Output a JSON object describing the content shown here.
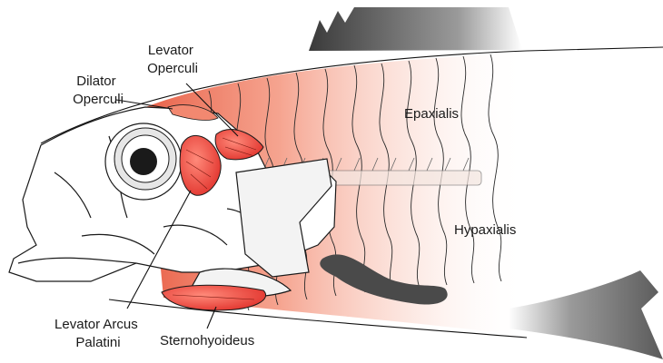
{
  "labels": {
    "levator_operculi": [
      "Levator",
      "Operculi"
    ],
    "dilator_operculi": [
      "Dilator",
      "Operculi"
    ],
    "epaxialis": "Epaxialis",
    "hypaxialis": "Hypaxialis",
    "levator_arcus_palatini": [
      "Levator Arcus",
      "Palatini"
    ],
    "sternohyoideus": "Sternohyoideus"
  },
  "colors": {
    "muscle_highlight": "#e8463a",
    "muscle_gradient_start": "#ee7a60",
    "fin_dark": "#555555",
    "outline": "#1a1a1a",
    "background": "#ffffff"
  }
}
